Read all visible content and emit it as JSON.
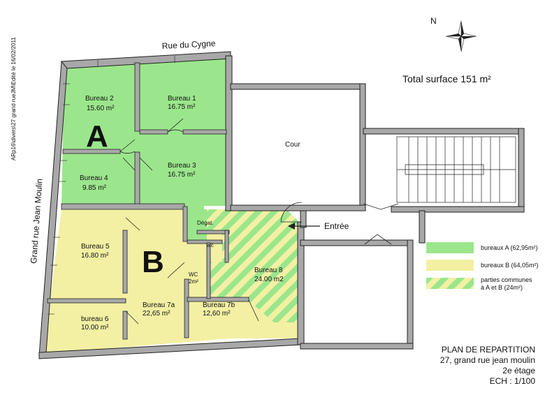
{
  "header": {
    "side_note": "ARp16\\divers\\27 grand rueJM\\Edité le 16/02/2011",
    "compass_label": "N",
    "total_surface": "Total surface 151 m²"
  },
  "streets": {
    "north": "Rue du Cygne",
    "west": "Grand rue Jean Moulin"
  },
  "zones": {
    "a": "A",
    "b": "B"
  },
  "rooms": [
    {
      "id": "bureau-2",
      "name": "Bureau 2",
      "area": "15.60 m²"
    },
    {
      "id": "bureau-1",
      "name": "Bureau 1",
      "area": "16.75 m²"
    },
    {
      "id": "bureau-4",
      "name": "Bureau 4",
      "area": "9.85 m²"
    },
    {
      "id": "bureau-3",
      "name": "Bureau 3",
      "area": "16.75 m²"
    },
    {
      "id": "bureau-5",
      "name": "Bureau 5",
      "area": "16.80 m²"
    },
    {
      "id": "bureau-6",
      "name": "bureau 6",
      "area": "10.00 m²"
    },
    {
      "id": "bureau-7a",
      "name": "Bureau 7a",
      "area": "22,65 m²"
    },
    {
      "id": "bureau-7b",
      "name": "Bureau 7b",
      "area": "12,60 m²"
    },
    {
      "id": "bureau-8",
      "name": "Bureau 8",
      "area": "24.00 m2"
    }
  ],
  "misc_labels": {
    "cour": "Cour",
    "entree": "Entrée",
    "degagement": "Dégat.",
    "wc_upper": "wc",
    "wc_lower": "WC",
    "wc_lower_area": "2m²"
  },
  "legend": [
    {
      "label": "bureaux A  (62,95m²)",
      "color": "#9be68c"
    },
    {
      "label": "bureaux B  (64,05m²)",
      "color": "#f3f0a4"
    },
    {
      "label": "parties communes",
      "label2": "à A et B (24m²)",
      "color": "striped"
    }
  ],
  "title_block": {
    "line1": "PLAN  DE REPARTITION",
    "line2": "27, grand rue jean moulin",
    "line3": "2e étage",
    "line4": "ECH : 1/100"
  },
  "colors": {
    "green": "#9be68c",
    "yellow": "#f3f0a4",
    "wall": "#a8a8a8"
  }
}
